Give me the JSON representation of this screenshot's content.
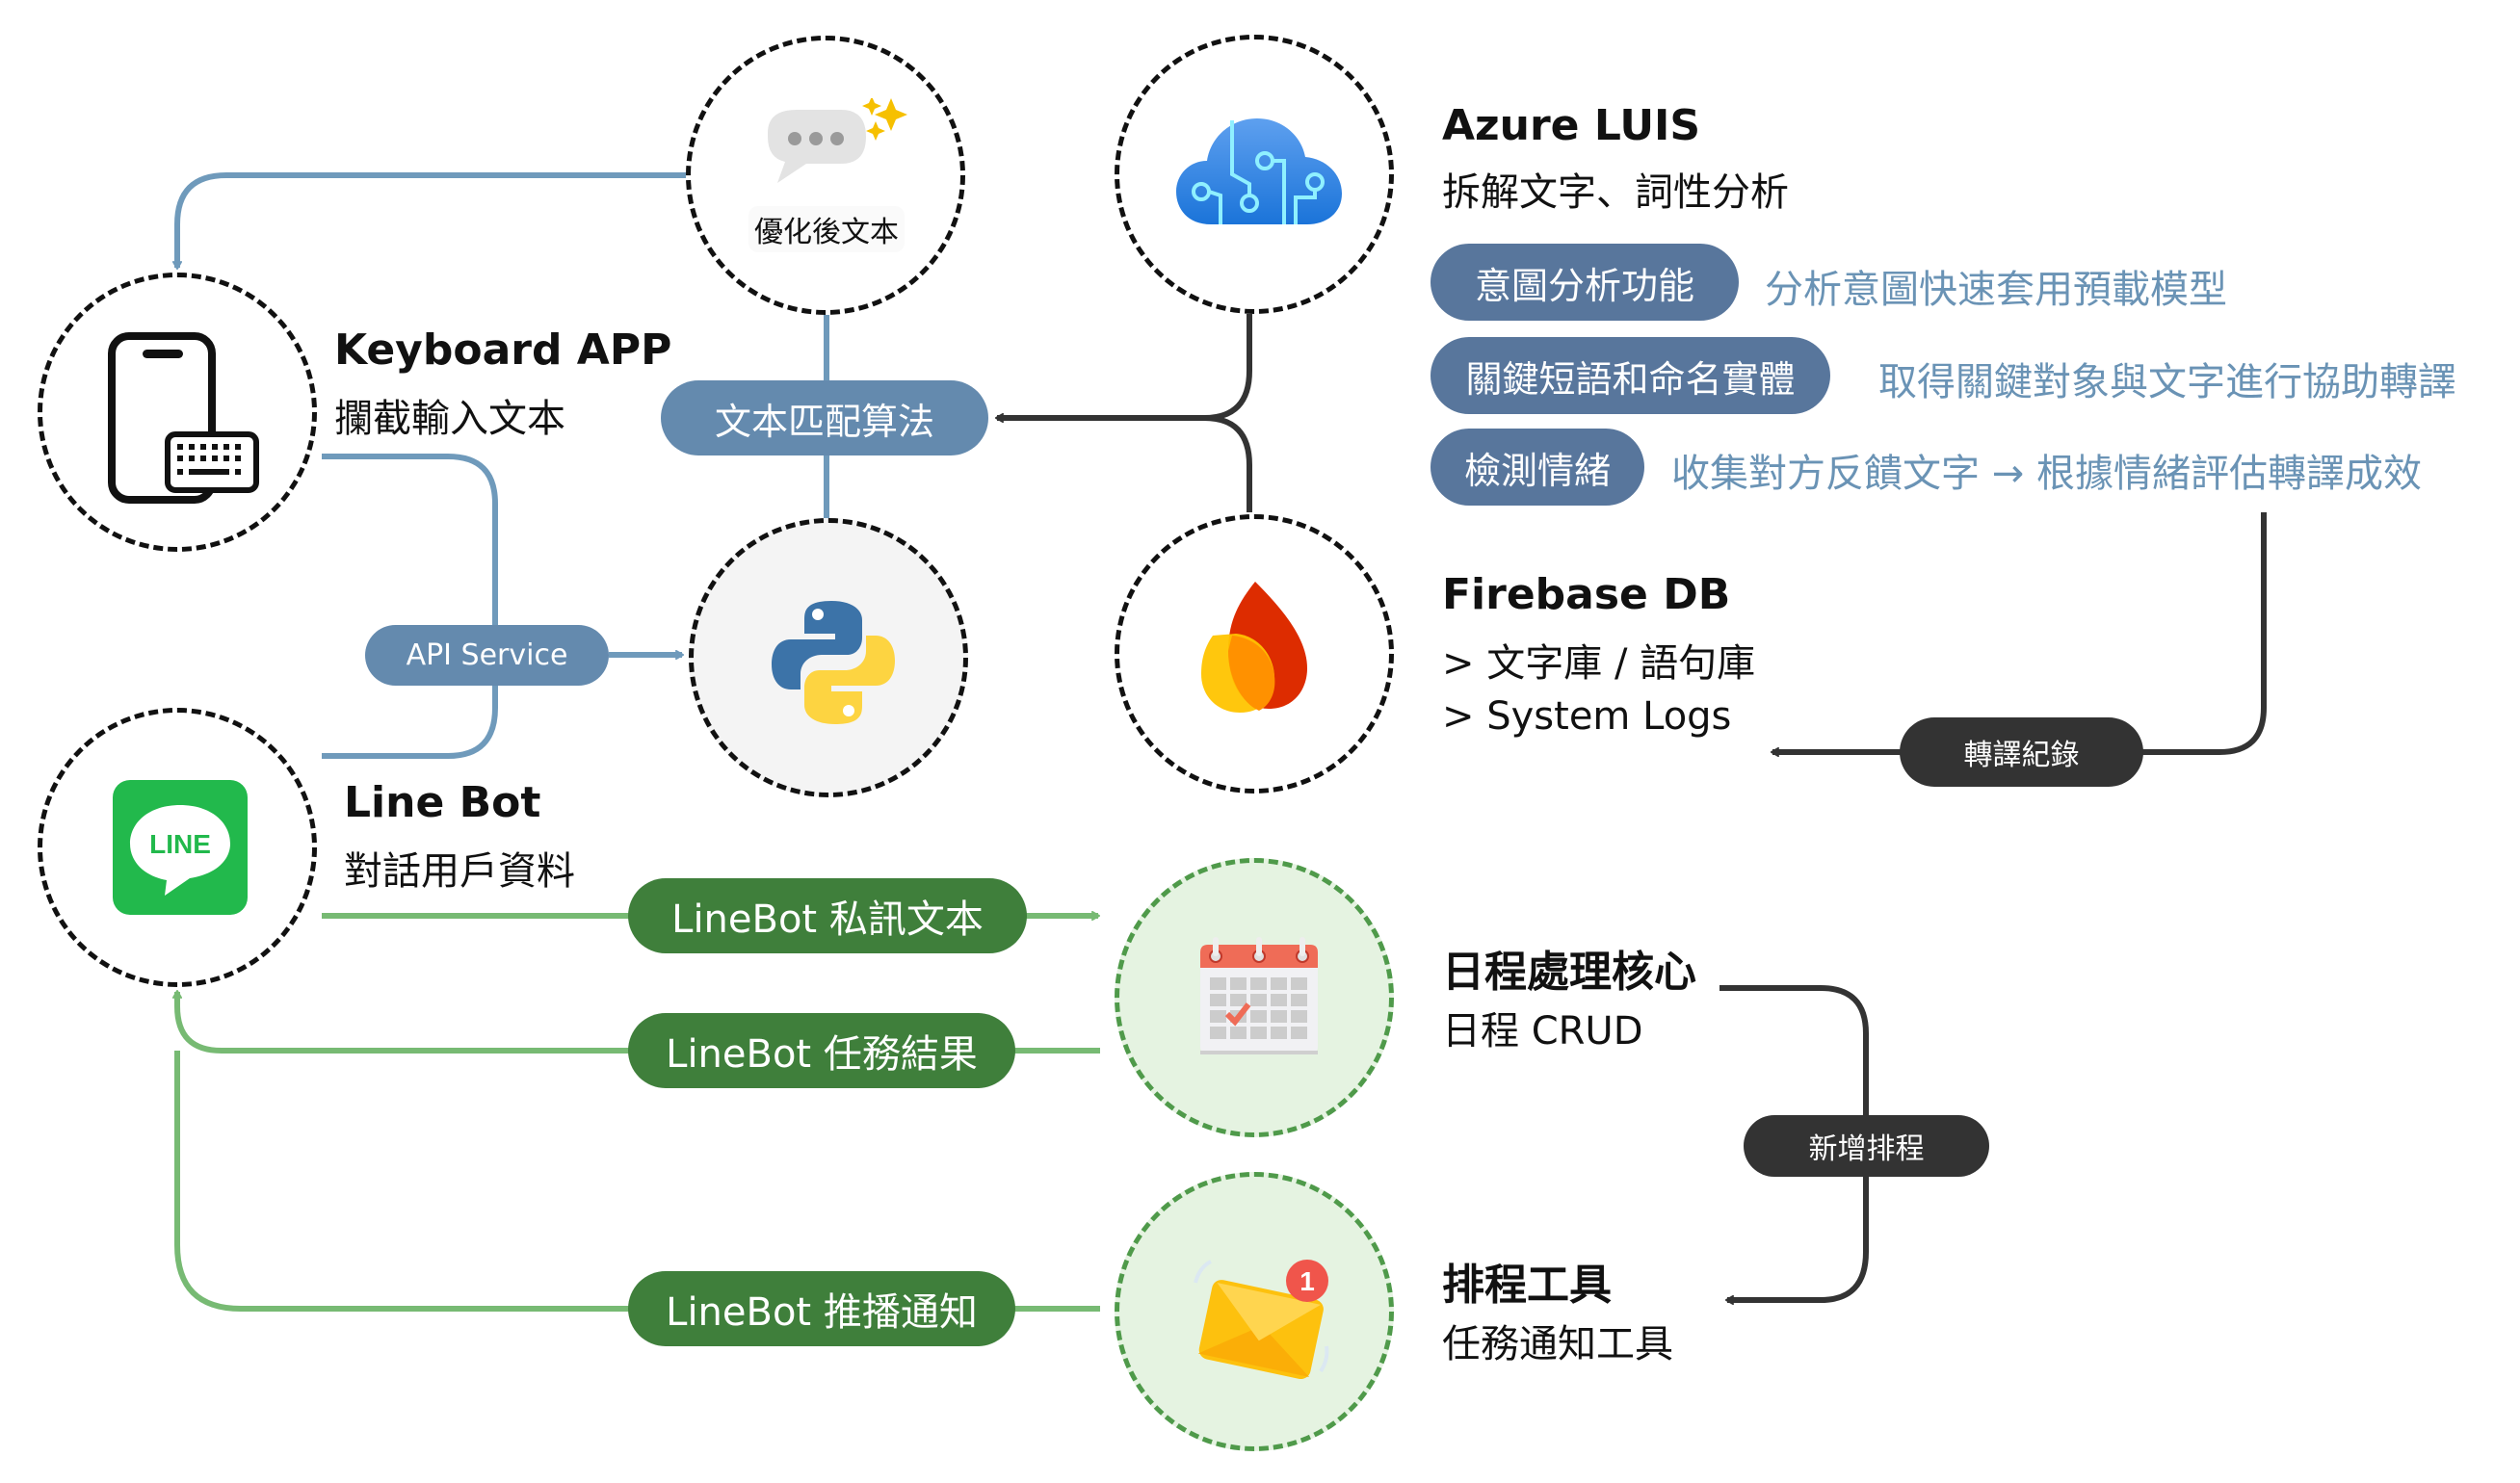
{
  "nodes": {
    "optimized_text": {
      "label": "優化後文本"
    },
    "keyboard_app": {
      "title": "Keyboard APP",
      "subtitle": "攔截輸入文本"
    },
    "line_bot": {
      "title": "Line Bot",
      "subtitle": "對話用戶資料",
      "logo_text": "LINE"
    },
    "azure_luis": {
      "title": "Azure LUIS",
      "subtitle": "拆解文字、詞性分析"
    },
    "firebase": {
      "title": "Firebase DB",
      "lines": [
        "> 文字庫 / 語句庫",
        "> System Logs"
      ]
    },
    "schedule_core": {
      "title": "日程處理核心",
      "subtitle": "日程 CRUD"
    },
    "scheduler_tool": {
      "title": "排程工具",
      "subtitle": "任務通知工具",
      "badge": "1"
    }
  },
  "luis_features": [
    {
      "label": "意圖分析功能",
      "description": "分析意圖快速套用預載模型"
    },
    {
      "label": "關鍵短語和命名實體",
      "description": "取得關鍵對象與文字進行協助轉譯"
    },
    {
      "label": "檢測情緒",
      "description": "收集對方反饋文字 → 根據情緒評估轉譯成效"
    }
  ],
  "edges": {
    "text_matching": "文本匹配算法",
    "api_service": "API Service",
    "translation_log": "轉譯紀錄",
    "add_schedule": "新增排程",
    "linebot_private": "LineBot 私訊文本",
    "linebot_result": "LineBot 任務結果",
    "linebot_push": "LineBot 推播通知"
  },
  "colors": {
    "blue_line": "#6f9abb",
    "blue_pill": "#648aae",
    "navy_pill": "#58769c",
    "dark_line": "#333333",
    "green_line": "#77ba73",
    "green_pill": "#3f7f3b"
  }
}
